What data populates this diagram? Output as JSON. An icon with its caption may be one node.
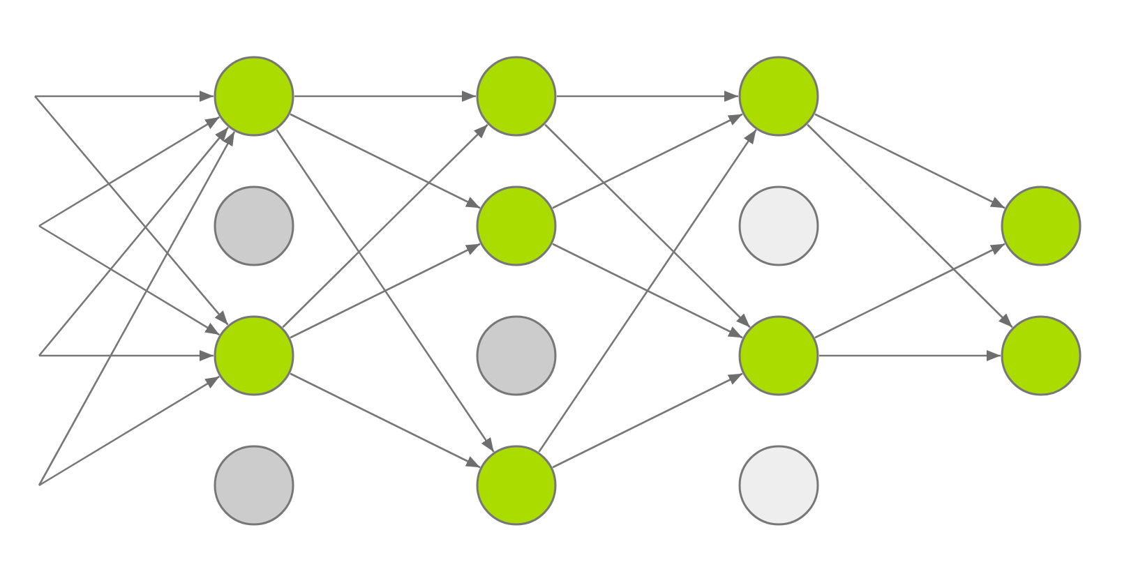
{
  "diagram": {
    "nodes": [
      {
        "text": [],
        "shape": "circle"
      },
      {
        "text": [],
        "shape": "circle"
      },
      {
        "text": [],
        "shape": "circle"
      },
      {
        "text": [],
        "shape": "circle"
      },
      {
        "text": [],
        "shape": "circle"
      },
      {
        "text": [],
        "shape": "circle"
      },
      {
        "text": [],
        "shape": "circle"
      },
      {
        "text": [],
        "shape": "circle"
      },
      {
        "text": [],
        "shape": "circle"
      },
      {
        "text": [],
        "shape": "circle"
      },
      {
        "text": [],
        "shape": "circle"
      },
      {
        "text": [],
        "shape": "circle"
      },
      {
        "text": [],
        "shape": "circle"
      },
      {
        "text": [],
        "shape": "circle"
      }
    ],
    "edges": [
      {
        "from": null,
        "to": 0,
        "arrow": "to"
      },
      {
        "from": null,
        "to": 2,
        "arrow": "to"
      },
      {
        "from": null,
        "to": 0,
        "arrow": "to"
      },
      {
        "from": null,
        "to": 2,
        "arrow": "to"
      },
      {
        "from": null,
        "to": 0,
        "arrow": "to"
      },
      {
        "from": null,
        "to": 2,
        "arrow": "to"
      },
      {
        "from": null,
        "to": 0,
        "arrow": "to"
      },
      {
        "from": null,
        "to": 2,
        "arrow": "to"
      },
      {
        "from": 0,
        "to": 4,
        "arrow": "to"
      },
      {
        "from": 0,
        "to": 5,
        "arrow": "to"
      },
      {
        "from": 0,
        "to": 7,
        "arrow": "to"
      },
      {
        "from": 2,
        "to": 4,
        "arrow": "to"
      },
      {
        "from": 2,
        "to": 5,
        "arrow": "to"
      },
      {
        "from": 2,
        "to": 7,
        "arrow": "to"
      },
      {
        "from": 4,
        "to": 8,
        "arrow": "to"
      },
      {
        "from": 4,
        "to": 10,
        "arrow": "to"
      },
      {
        "from": 5,
        "to": 8,
        "arrow": "to"
      },
      {
        "from": 5,
        "to": 10,
        "arrow": "to"
      },
      {
        "from": 7,
        "to": 8,
        "arrow": "to"
      },
      {
        "from": 7,
        "to": 10,
        "arrow": "to"
      },
      {
        "from": 8,
        "to": 12,
        "arrow": "to"
      },
      {
        "from": 8,
        "to": 13,
        "arrow": "to"
      },
      {
        "from": 10,
        "to": 12,
        "arrow": "to"
      },
      {
        "from": 10,
        "to": 13,
        "arrow": "to"
      }
    ]
  }
}
